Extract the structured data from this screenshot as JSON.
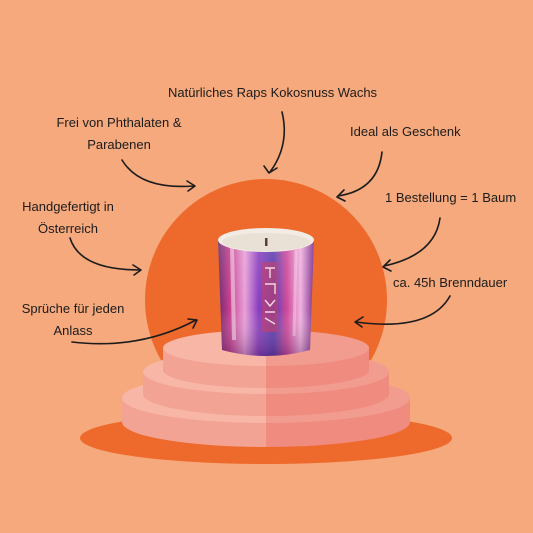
{
  "features": {
    "wax": "Natürliches Raps Kokosnuss Wachs",
    "free_line1": "Frei von Phthalaten &",
    "free_line2": "Parabenen",
    "gift": "Ideal als Geschenk",
    "handmade_line1": "Handgefertigt in",
    "handmade_line2": "Österreich",
    "tree": "1 Bestellung = 1 Baum",
    "burn": "ca. 45h Brenndauer",
    "quotes_line1": "Sprüche für jeden",
    "quotes_line2": "Anlass"
  },
  "colors": {
    "background": "#f5a97d",
    "sun": "#ee6a2c",
    "podium_light": "#f3a393",
    "podium_dark": "#ef8b7f",
    "label_ink": "#1c1c1c"
  }
}
